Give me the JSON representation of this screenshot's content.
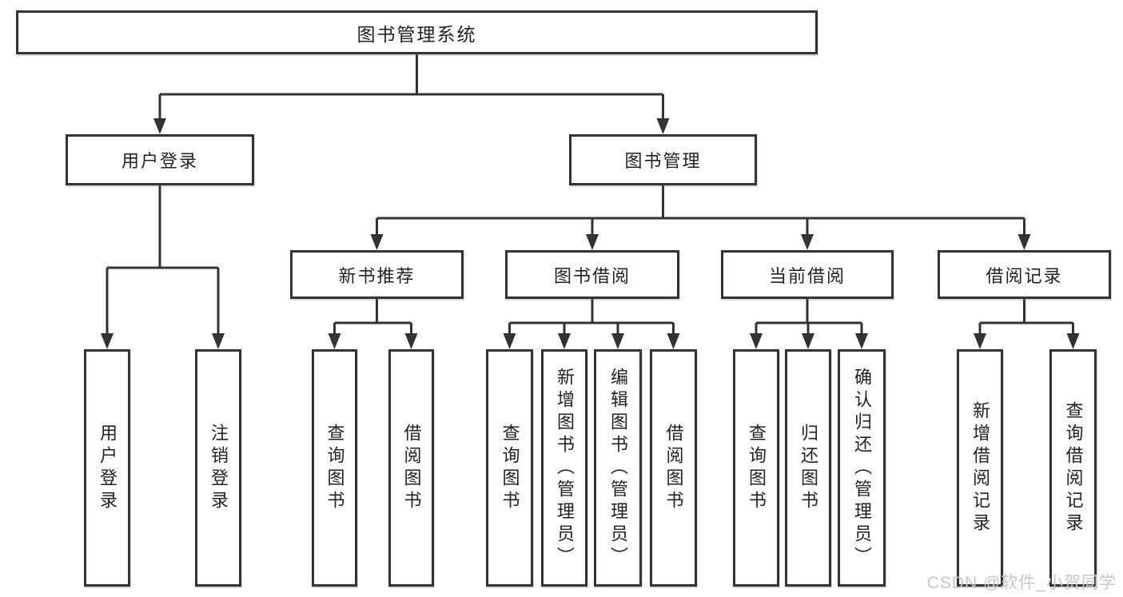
{
  "diagram": {
    "type": "hierarchy-tree",
    "colors": {
      "line": "#333333",
      "box_border": "#333333",
      "box_fill": "#ffffff",
      "text": "#222222",
      "watermark": "#c6c6c6"
    },
    "tree": {
      "label": "图书管理系统",
      "children": [
        {
          "label": "用户登录",
          "children": [
            {
              "label": "用户登录"
            },
            {
              "label": "注销登录"
            }
          ]
        },
        {
          "label": "图书管理",
          "children": [
            {
              "label": "新书推荐",
              "children": [
                {
                  "label": "查询图书"
                },
                {
                  "label": "借阅图书"
                }
              ]
            },
            {
              "label": "图书借阅",
              "children": [
                {
                  "label": "查询图书"
                },
                {
                  "label": "新增图书（管理员）"
                },
                {
                  "label": "编辑图书（管理员）"
                },
                {
                  "label": "借阅图书"
                }
              ]
            },
            {
              "label": "当前借阅",
              "children": [
                {
                  "label": "查询图书"
                },
                {
                  "label": "归还图书"
                },
                {
                  "label": "确认归还（管理员）"
                }
              ]
            },
            {
              "label": "借阅记录",
              "children": [
                {
                  "label": "新增借阅记录"
                },
                {
                  "label": "查询借阅记录"
                }
              ]
            }
          ]
        }
      ]
    },
    "watermark": {
      "text": "CSDN @软件_小贺同学"
    }
  }
}
